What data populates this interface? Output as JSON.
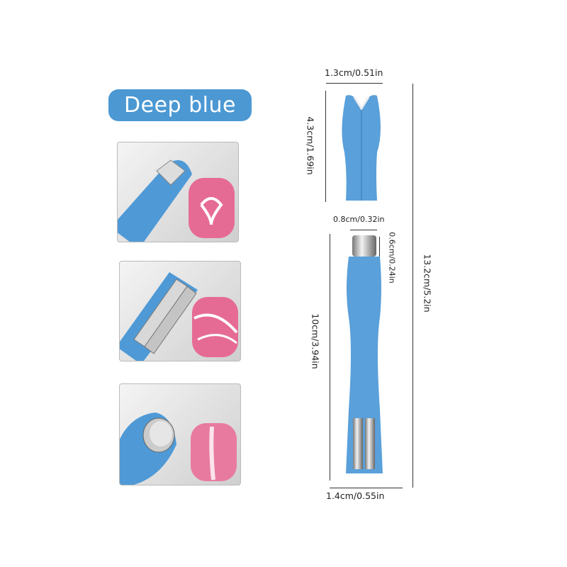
{
  "color_label": "Deep blue",
  "colors": {
    "accent": "#4b98d3",
    "pen": "#5aa0da",
    "nail_pink": "#e66b94"
  },
  "photos": [
    {
      "name": "heart-tip-photo"
    },
    {
      "name": "bar-tip-photo"
    },
    {
      "name": "round-tip-photo"
    }
  ],
  "dimensions": {
    "cap_width": "1.3cm/0.51in",
    "cap_height": "4.3cm/1.69in",
    "total_height": "13.2cm/5.2in",
    "tip_width": "0.8cm/0.32in",
    "tip_height": "0.6cm/0.24in",
    "body_height": "10cm/3.94in",
    "body_width": "1.4cm/0.55in"
  }
}
